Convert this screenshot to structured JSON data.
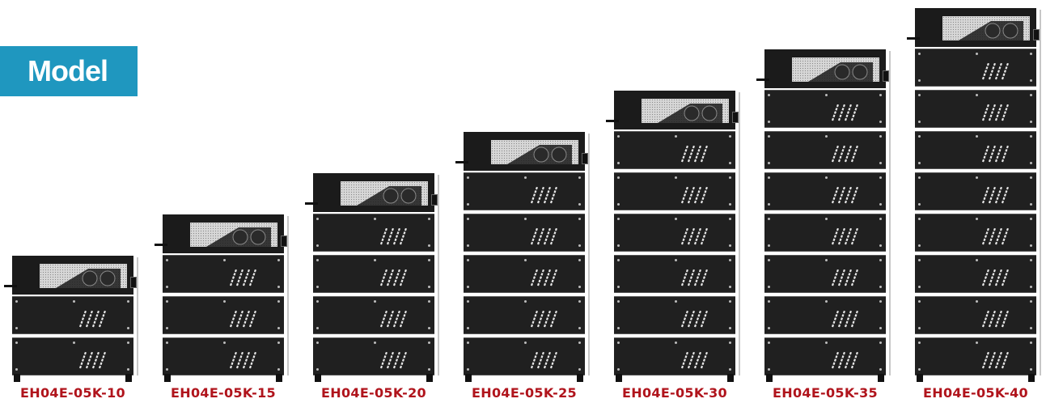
{
  "header": {
    "title": "Model"
  },
  "units": [
    {
      "label": "EH04E-05K-10",
      "modules": 2
    },
    {
      "label": "EH04E-05K-15",
      "modules": 3
    },
    {
      "label": "EH04E-05K-20",
      "modules": 4
    },
    {
      "label": "EH04E-05K-25",
      "modules": 5
    },
    {
      "label": "EH04E-05K-30",
      "modules": 6
    },
    {
      "label": "EH04E-05K-35",
      "modules": 7
    },
    {
      "label": "EH04E-05K-40",
      "modules": 8
    }
  ],
  "colors": {
    "badge": "#1f97bf",
    "label": "#b0141c",
    "module": "#202020"
  }
}
